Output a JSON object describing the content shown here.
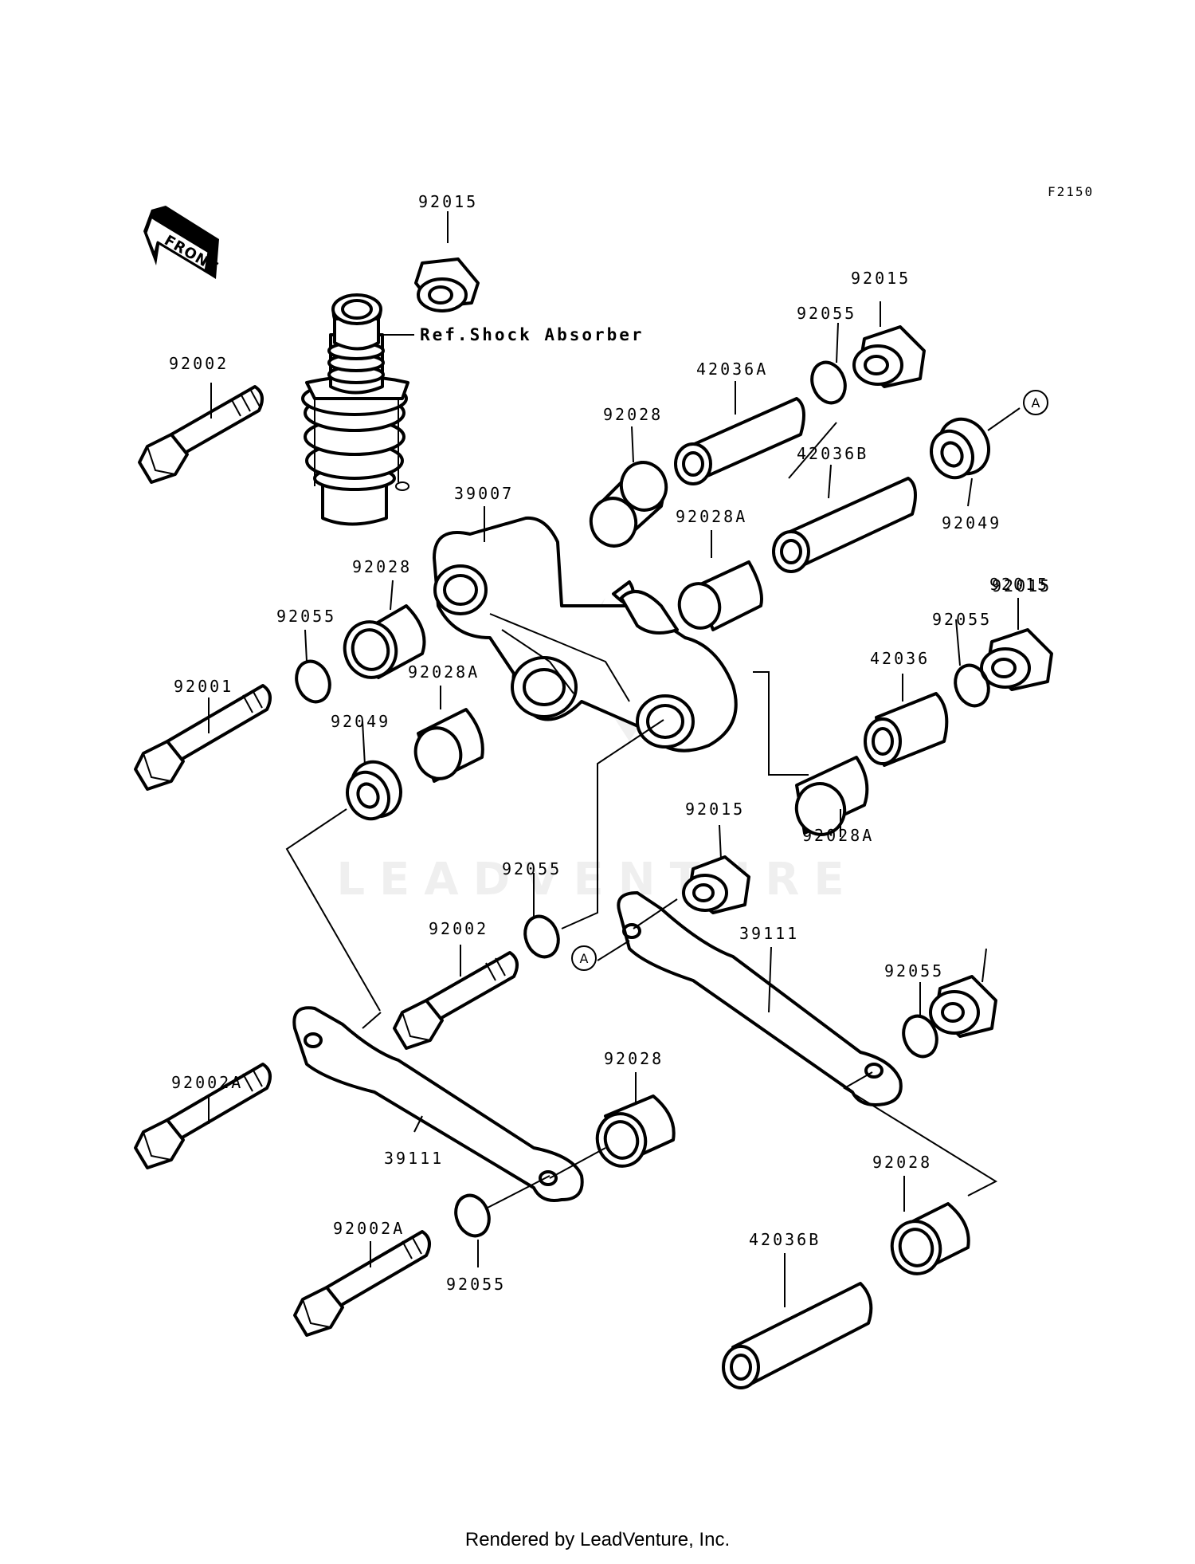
{
  "diagram": {
    "code": "F2150",
    "front_label": "FRONT",
    "ref_label": "Ref.Shock Absorber",
    "watermark": "LEADVENTURE",
    "circle_marker": "A",
    "footer": "Rendered by LeadVenture, Inc."
  },
  "labels": [
    "92015",
    "92002",
    "92055",
    "92015",
    "42036A",
    "92028",
    "42036B",
    "92049",
    "39007",
    "92028A",
    "92028",
    "92055",
    "92015",
    "92055",
    "92001",
    "92028A",
    "92049",
    "42036",
    "92015",
    "92028A",
    "92055",
    "92002",
    "39111",
    "92015",
    "92055",
    "92002A",
    "92028",
    "39111",
    "92028",
    "92002A",
    "42036B",
    "92055"
  ]
}
